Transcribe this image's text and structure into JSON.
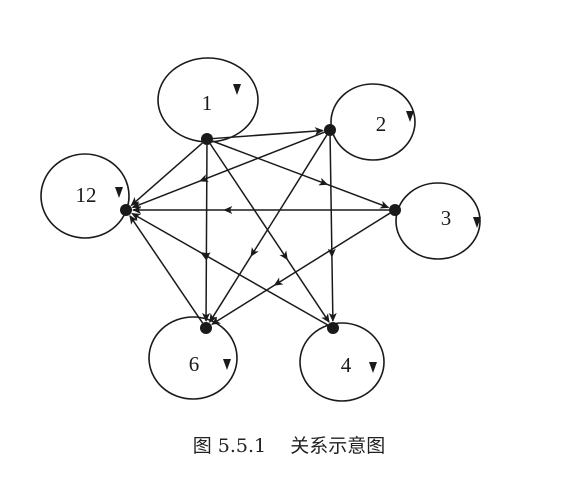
{
  "diagram": {
    "caption": "图 5.5.1    关系示意图",
    "nodes": [
      {
        "id": "1",
        "label": "1"
      },
      {
        "id": "2",
        "label": "2"
      },
      {
        "id": "3",
        "label": "3"
      },
      {
        "id": "4",
        "label": "4"
      },
      {
        "id": "6",
        "label": "6"
      },
      {
        "id": "12",
        "label": "12"
      }
    ],
    "edges": [
      {
        "from": "1",
        "to": "2"
      },
      {
        "from": "1",
        "to": "3"
      },
      {
        "from": "1",
        "to": "4"
      },
      {
        "from": "1",
        "to": "6"
      },
      {
        "from": "1",
        "to": "12"
      },
      {
        "from": "2",
        "to": "4"
      },
      {
        "from": "2",
        "to": "6"
      },
      {
        "from": "2",
        "to": "12"
      },
      {
        "from": "3",
        "to": "6"
      },
      {
        "from": "3",
        "to": "12"
      },
      {
        "from": "4",
        "to": "12"
      },
      {
        "from": "6",
        "to": "12"
      }
    ],
    "self_loops": [
      "1",
      "2",
      "3",
      "4",
      "6",
      "12"
    ],
    "colors": {
      "ink": "#1a1a1a",
      "background": "#ffffff"
    }
  }
}
